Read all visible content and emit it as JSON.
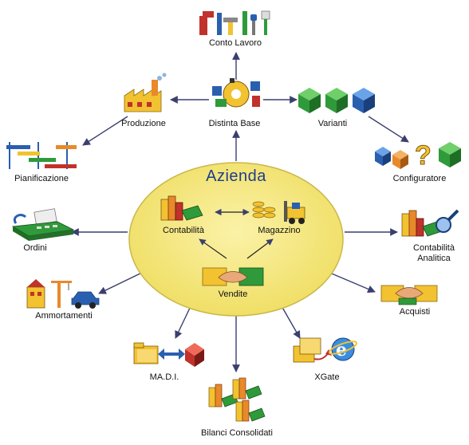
{
  "center": {
    "title": "Azienda",
    "modules": {
      "contabilita": "Contabilità",
      "magazzino": "Magazzino",
      "vendite": "Vendite"
    }
  },
  "nodes": {
    "conto_lavoro": "Conto Lavoro",
    "produzione": "Produzione",
    "distinta_base": "Distinta Base",
    "varianti": "Varianti",
    "pianificazione": "Pianificazione",
    "configuratore": "Configuratore",
    "ordini": "Ordini",
    "contabilita_analitica_1": "Contabilità",
    "contabilita_analitica_2": "Analitica",
    "ammortamenti": "Ammortamenti",
    "acquisti": "Acquisti",
    "madi": "MA.D.I.",
    "xgate": "XGate",
    "bilanci": "Bilanci Consolidati"
  },
  "colors": {
    "ellipse_fill": "#f5e77a",
    "ellipse_stroke": "#c9b84a",
    "title_color": "#1e3d8a",
    "arrow": "#3a3f6e",
    "green": "#2f9a3a",
    "blue": "#2a5fb0",
    "yellow": "#f2c230",
    "red": "#c0322b",
    "orange": "#e8892a"
  },
  "icons": {
    "conto_lavoro": "tools-icon",
    "produzione": "factory-icon",
    "distinta_base": "gear-puzzle-icon",
    "varianti": "cubes-icon",
    "pianificazione": "gantt-icon",
    "configuratore": "cubes-question-icon",
    "ordini": "fax-icon",
    "contabilita_analitica": "books-magnifier-icon",
    "ammortamenti": "building-crane-car-icon",
    "acquisti": "handshake-money-icon",
    "madi": "folders-exchange-icon",
    "xgate": "folders-internet-explorer-icon",
    "bilanci": "books-stack-icon",
    "contabilita": "books-icon",
    "magazzino": "forklift-coins-icon",
    "vendite": "handshake-icon"
  }
}
